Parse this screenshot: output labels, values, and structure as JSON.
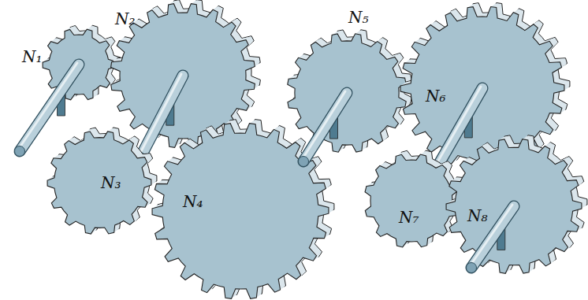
{
  "diagram": {
    "labels": [
      "N₁",
      "N₂",
      "N₃",
      "N₄",
      "N₅",
      "N₆",
      "N₇",
      "N₈"
    ]
  }
}
